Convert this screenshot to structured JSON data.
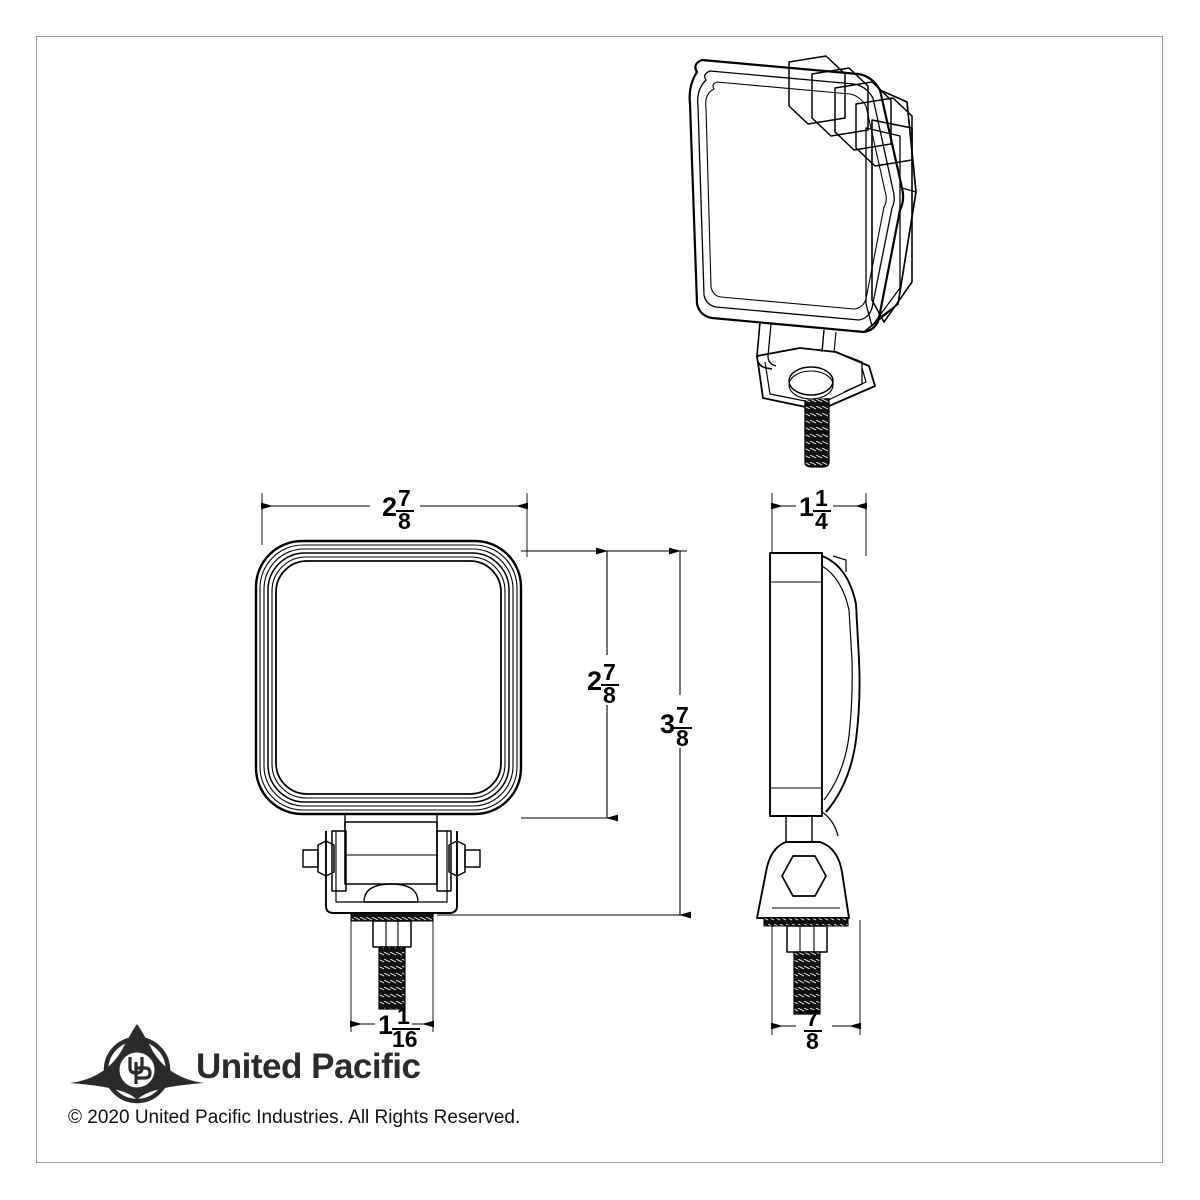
{
  "document": {
    "type": "technical-drawing",
    "subject": "Square LED work light with U-bracket mount",
    "border_color": "#9a9a9a",
    "background": "#ffffff",
    "line_color": "#000000"
  },
  "views": [
    {
      "name": "isometric-view",
      "position": "top-right",
      "description": "3/4 isometric of square work light with bracket and threaded stud"
    },
    {
      "name": "front-view",
      "position": "center-left",
      "description": "Front elevation of square lamp face with bracket below"
    },
    {
      "name": "side-view",
      "position": "center-right",
      "description": "Side elevation showing lamp depth, hex pivot bolt and stud"
    }
  ],
  "dimensions": {
    "front_width": {
      "whole": "2",
      "num": "7",
      "den": "8",
      "label": "2 7/8",
      "orientation": "horizontal",
      "applies_to": "front-view-width"
    },
    "lamp_height": {
      "whole": "2",
      "num": "7",
      "den": "8",
      "label": "2 7/8",
      "orientation": "vertical",
      "applies_to": "lamp-body-height"
    },
    "overall_height": {
      "whole": "3",
      "num": "7",
      "den": "8",
      "label": "3 7/8",
      "orientation": "vertical",
      "applies_to": "overall-height-with-bracket"
    },
    "bracket_width": {
      "whole": "1",
      "num": "1",
      "den": "16",
      "label": "1 1/16",
      "orientation": "horizontal",
      "applies_to": "bracket-width"
    },
    "side_depth": {
      "whole": "1",
      "num": "1",
      "den": "4",
      "label": "1 1/4",
      "orientation": "horizontal",
      "applies_to": "side-view-depth"
    },
    "stud_base": {
      "whole": "",
      "num": "7",
      "den": "8",
      "label": "7/8",
      "orientation": "horizontal",
      "applies_to": "side-view-base-width"
    }
  },
  "branding": {
    "logo_name": "united-pacific-logo",
    "logo_monogram": "UP",
    "brand_text": "United Pacific",
    "copyright": "© 2020 United Pacific Industries. All Rights Reserved."
  }
}
